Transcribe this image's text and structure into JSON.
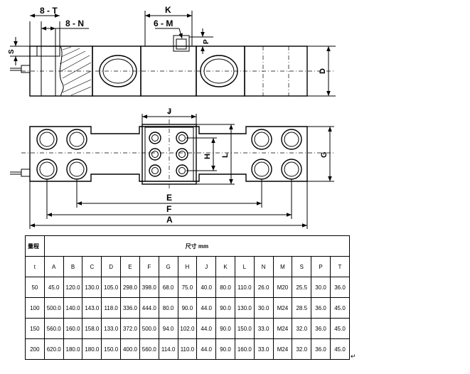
{
  "drawing": {
    "dim_8T": "8 - T",
    "dim_8N": "8 - N",
    "dim_K": "K",
    "dim_6M": "6 - M",
    "dim_P": "P",
    "dim_S": "S",
    "dim_D": "D",
    "dim_J": "J",
    "dim_H": "H",
    "dim_L": "L",
    "dim_G": "G",
    "dim_E": "E",
    "dim_F": "F",
    "dim_A": "A"
  },
  "table": {
    "range_label": "量程",
    "dim_header": "尺寸  mm",
    "columns": [
      "t",
      "A",
      "B",
      "C",
      "D",
      "E",
      "F",
      "G",
      "H",
      "J",
      "K",
      "L",
      "N",
      "M",
      "S",
      "P",
      "T"
    ],
    "rows": [
      [
        "50",
        "45.0",
        "120.0",
        "130.0",
        "105.0",
        "298.0",
        "398.0",
        "68.0",
        "75.0",
        "40.0",
        "80.0",
        "110.0",
        "26.0",
        "M20",
        "25.5",
        "30.0",
        "36.0"
      ],
      [
        "100",
        "500.0",
        "140.0",
        "143.0",
        "118.0",
        "336.0",
        "444.0",
        "80.0",
        "90.0",
        "44.0",
        "90.0",
        "130.0",
        "30.0",
        "M24",
        "28.5",
        "36.0",
        "45.0"
      ],
      [
        "150",
        "560.0",
        "160.0",
        "158.0",
        "133.0",
        "372.0",
        "500.0",
        "94.0",
        "102.0",
        "44.0",
        "90.0",
        "150.0",
        "33.0",
        "M24",
        "32.0",
        "36.0",
        "45.0"
      ],
      [
        "200",
        "620.0",
        "180.0",
        "180.0",
        "150.0",
        "400.0",
        "560.0",
        "114.0",
        "110.0",
        "44.0",
        "90.0",
        "160.0",
        "33.0",
        "M24",
        "32.0",
        "36.0",
        "45.0"
      ]
    ]
  },
  "return_mark": "↵"
}
